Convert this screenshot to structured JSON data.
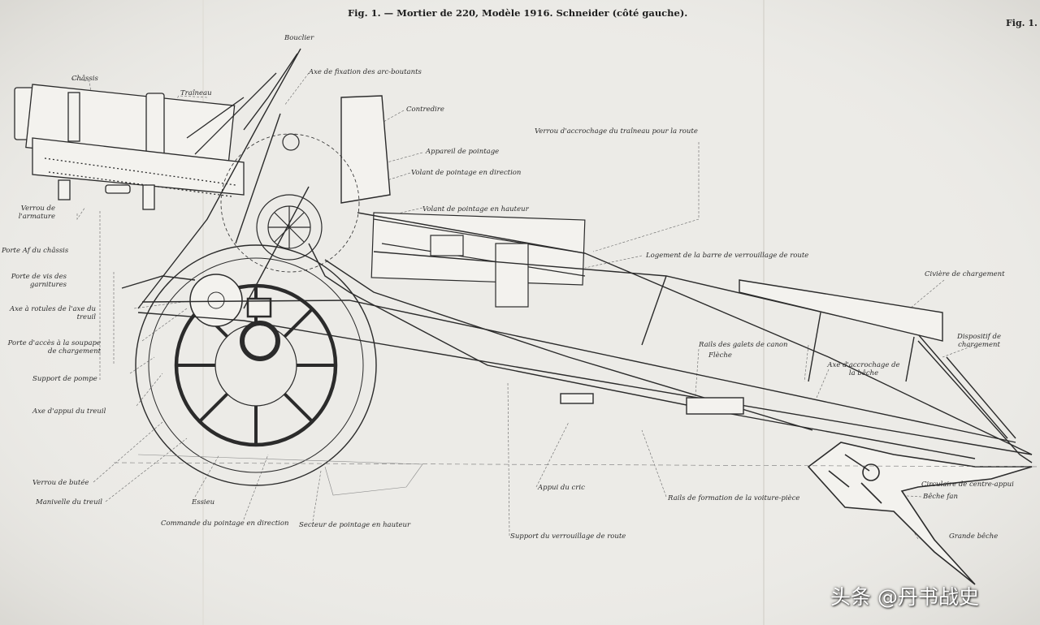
{
  "title": "Fig. 1. — Mortier de 220, Modèle 1916. Schneider (côté gauche).",
  "figure_number": "Fig. 1.",
  "watermark": "头条 @丹书战史",
  "colors": {
    "paper": "#ecebe7",
    "ink": "#2b2b2b",
    "leader": "#555555"
  },
  "labels": {
    "bouclier": "Bouclier",
    "axe_fixation": "Axe de fixation des arc-boutants",
    "chassis": "Châssis",
    "traineau": "Traîneau",
    "contredire": "Contredire",
    "verrou_accrochage": "Verrou d'accrochage du traîneau pour la route",
    "appareil_pointage": "Appareil de pointage",
    "volant_direction": "Volant de pointage en direction",
    "volant_hauteur": "Volant de pointage en hauteur",
    "verrou_armature": "Verrou de l'armature",
    "porte_chassis": "Porte Af du châssis",
    "porte_vis": "Porte de vis des garnitures",
    "axe_rotation": "Axe à rotules de l'axe du treuil",
    "porte_acces": "Porte d'accès à la soupape de chargement",
    "support_pompe": "Support de pompe",
    "axe_appui": "Axe d'appui du treuil",
    "logement_barre": "Logement de la barre de verrouillage de route",
    "civiere": "Civière de chargement",
    "dispositif": "Dispositif de chargement",
    "rails_galets": "Rails des galets de canon",
    "fleche": "Flèche",
    "axe_beche": "Axe d'accrochage de la bêche",
    "circulaire": "Circulaire de centre-appui",
    "beche_fan": "Bêche fan",
    "grande_beche": "Grande bêche",
    "verrou_butee": "Verrou de butée",
    "manivelle": "Manivelle du treuil",
    "essieu": "Essieu",
    "commande_direction": "Commande du pointage en direction",
    "secteur_hauteur": "Secteur de pointage en hauteur",
    "appui_cric": "Appui du cric",
    "rails_voiture": "Rails de formation de la voiture-pièce",
    "support_verrouillage": "Support du verrouillage de route"
  }
}
